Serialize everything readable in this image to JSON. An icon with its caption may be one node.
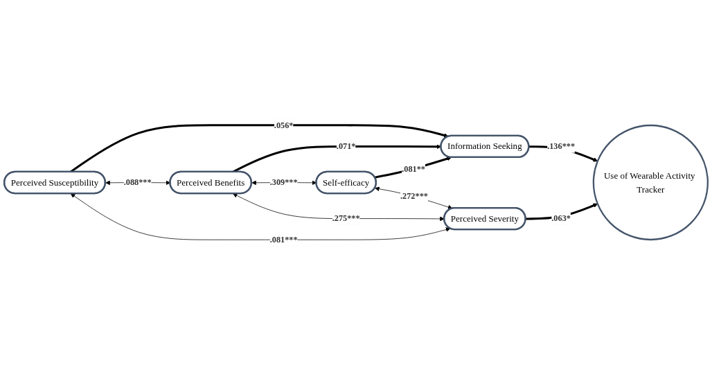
{
  "diagram": {
    "nodes": [
      {
        "text": [
          "Perceived Susceptibility"
        ]
      },
      {
        "text": [
          "Perceived Benefits"
        ]
      },
      {
        "text": [
          "Self-efficacy"
        ]
      },
      {
        "text": [
          "Perceived Severity"
        ]
      },
      {
        "text": [
          "Information Seeking"
        ]
      },
      {
        "text": [
          "Use of Wearable Activity Tracker"
        ]
      }
    ],
    "edges": [
      {
        "from": 0,
        "to": 4,
        "arrow": "to",
        "label": ".056*",
        "style": "thick"
      },
      {
        "from": 1,
        "to": 4,
        "arrow": "to",
        "label": ".071*",
        "style": "thick"
      },
      {
        "from": 2,
        "to": 4,
        "arrow": "to",
        "label": ".081**",
        "style": "thick"
      },
      {
        "from": 4,
        "to": 5,
        "arrow": "to",
        "label": ".136***",
        "style": "thick"
      },
      {
        "from": 3,
        "to": 5,
        "arrow": "to",
        "label": ".063*",
        "style": "thick"
      },
      {
        "from": 0,
        "to": 1,
        "arrow": "both",
        "label": ".088***"
      },
      {
        "from": 1,
        "to": 2,
        "arrow": "both",
        "label": ".309***"
      },
      {
        "from": 2,
        "to": 3,
        "arrow": "both",
        "label": ".272***"
      },
      {
        "from": 1,
        "to": 3,
        "arrow": "both",
        "label": ".275***"
      },
      {
        "from": 0,
        "to": 3,
        "arrow": "both",
        "label": ".081***"
      }
    ]
  }
}
